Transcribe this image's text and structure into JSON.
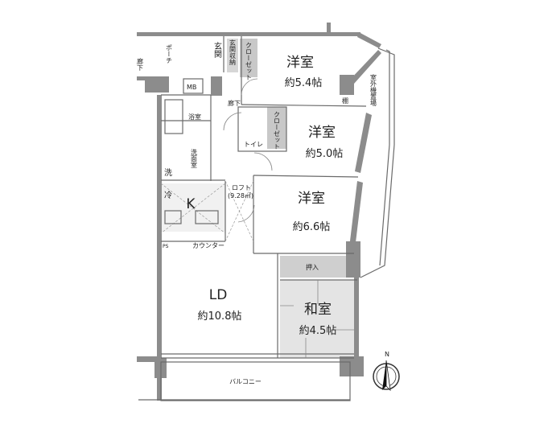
{
  "rooms": {
    "western1": {
      "name": "洋室",
      "size": "約5.4帖"
    },
    "western2": {
      "name": "洋室",
      "size": "約5.0帖"
    },
    "western3": {
      "name": "洋室",
      "size": "約6.6帖"
    },
    "ld": {
      "name": "LD",
      "size": "約10.8帖"
    },
    "japanese": {
      "name": "和室",
      "size": "約4.5帖"
    },
    "kitchen": {
      "name": "K"
    }
  },
  "labels": {
    "corridor_outer": "廊下",
    "porch": "ポーチ",
    "entrance": "玄関",
    "entrance_storage": "玄関収納",
    "closet": "クローゼット",
    "closet2": "クローゼット",
    "mb": "MB",
    "hallway": "廊下",
    "bath": "浴室",
    "toilet": "トイレ",
    "washroom": "洗面室",
    "washer": "洗",
    "fridge": "冷",
    "loft": "ロフト",
    "loft_area": "(9.28㎡)",
    "counter": "カウンター",
    "ps": "PS",
    "shelf": "棚",
    "outdoor_unit": "室外機置場",
    "oshiire": "押入",
    "balcony": "バルコニー",
    "north": "N"
  }
}
